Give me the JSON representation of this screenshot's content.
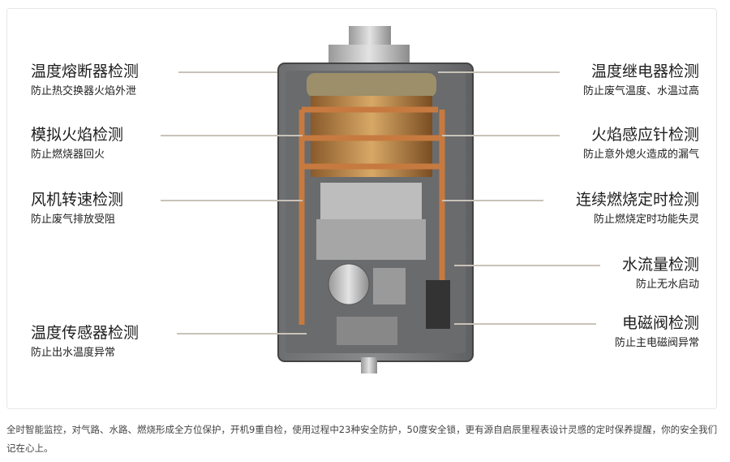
{
  "left_labels": [
    {
      "title": "温度熔断器检测",
      "subtitle": "防止热交换器火焰外泄"
    },
    {
      "title": "模拟火焰检测",
      "subtitle": "防止燃烧器回火"
    },
    {
      "title": "风机转速检测",
      "subtitle": "防止废气排放受阻"
    },
    {
      "title": "温度传感器检测",
      "subtitle": "防止出水温度异常"
    }
  ],
  "right_labels": [
    {
      "title": "温度继电器检测",
      "subtitle": "防止废气温度、水温过高"
    },
    {
      "title": "火焰感应针检测",
      "subtitle": "防止意外熄火造成的漏气"
    },
    {
      "title": "连续燃烧定时检测",
      "subtitle": "防止燃烧定时功能失灵"
    },
    {
      "title": "水流量检测",
      "subtitle": "防止无水启动"
    },
    {
      "title": "电磁阀检测",
      "subtitle": "防止主电磁阀异常"
    }
  ],
  "footer": "全时智能监控，对气路、水路、燃烧形成全方位保护，开机9重自检，使用过程中23种安全防护，50度安全锁，更有源自启辰里程表设计灵感的定时保养提醒，你的安全我们记在心上。"
}
